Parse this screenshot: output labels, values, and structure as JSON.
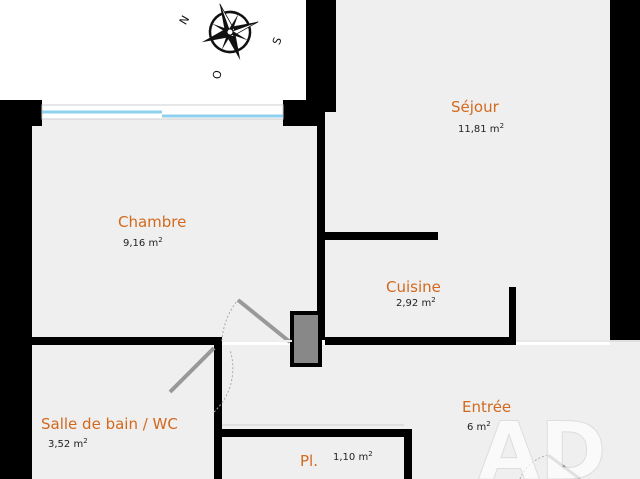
{
  "compass": {
    "north": "N",
    "south": "S",
    "west": "O"
  },
  "rooms": {
    "sejour": {
      "name": "Séjour",
      "area": "11,81 m",
      "unit_sup": "2"
    },
    "chambre": {
      "name": "Chambre",
      "area": "9,16 m",
      "unit_sup": "2"
    },
    "cuisine": {
      "name": "Cuisine",
      "area": "2,92 m",
      "unit_sup": "2"
    },
    "sdb": {
      "name": "Salle de bain / WC",
      "area": "3,52 m",
      "unit_sup": "2"
    },
    "entree": {
      "name": "Entrée",
      "area": "6 m",
      "unit_sup": "2"
    },
    "placard": {
      "name": "Pl.",
      "area": "1,10 m",
      "unit_sup": "2"
    }
  },
  "colors": {
    "wall": "#000000",
    "floor": "#efefef",
    "label": "#d2691e",
    "window": "#8fd0ef",
    "pillar": "#888888"
  },
  "watermark": "AD"
}
